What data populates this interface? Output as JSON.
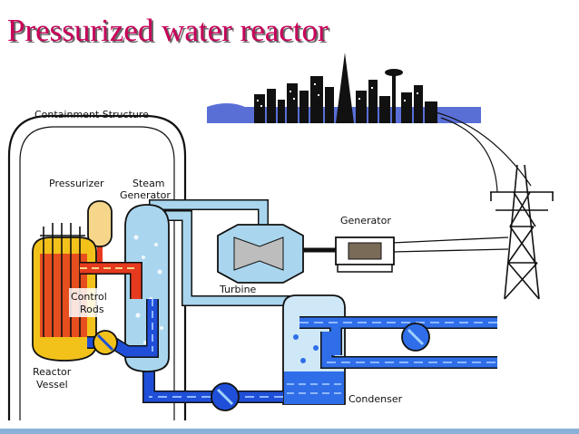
{
  "title": "Pressurized water reactor",
  "labels": {
    "containment": "Containment Structure",
    "pressurizer": "Pressurizer",
    "steam_generator_1": "Steam",
    "steam_generator_2": "Generator",
    "generator": "Generator",
    "turbine": "Turbine",
    "control_rods_1": "Control",
    "control_rods_2": "Rods",
    "reactor_vessel_1": "Reactor",
    "reactor_vessel_2": "Vessel",
    "condenser": "Condenser"
  },
  "colors": {
    "title": "#c8005a",
    "hot_loop": "#e53a1e",
    "cold_loop": "#1f4fd8",
    "steam": "#a9d6ee",
    "reactor": "#f2c21b",
    "pressurizer": "#f5d68a",
    "cooling_water": "#2f6ee8"
  }
}
